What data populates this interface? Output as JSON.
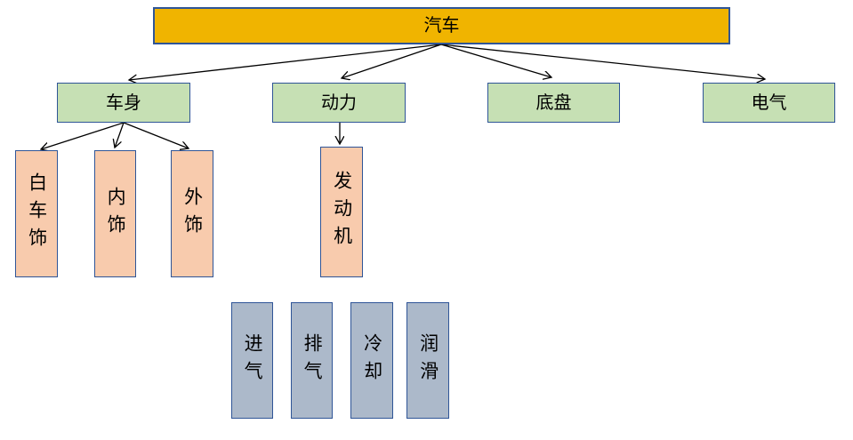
{
  "nodes": {
    "qiche": {
      "label": "汽车"
    },
    "cheshen": {
      "label": "车身"
    },
    "dongli": {
      "label": "动力"
    },
    "dipan": {
      "label": "底盘"
    },
    "dianqi": {
      "label": "电气"
    },
    "baicheshi": {
      "label": "白车饰"
    },
    "neishi": {
      "label": "内饰"
    },
    "waishi": {
      "label": "外饰"
    },
    "fadongji": {
      "label": "发动机"
    },
    "jinqi": {
      "label": "进气"
    },
    "paiqi": {
      "label": "排气"
    },
    "lengque": {
      "label": "冷却"
    },
    "runhua": {
      "label": "润滑"
    }
  },
  "edges": [
    {
      "from": "汽车",
      "to": "车身"
    },
    {
      "from": "汽车",
      "to": "动力"
    },
    {
      "from": "汽车",
      "to": "底盘"
    },
    {
      "from": "汽车",
      "to": "电气"
    },
    {
      "from": "车身",
      "to": "白车饰"
    },
    {
      "from": "车身",
      "to": "内饰"
    },
    {
      "from": "车身",
      "to": "外饰"
    },
    {
      "from": "动力",
      "to": "发动机"
    }
  ],
  "colors": {
    "root_fill": "#F0B400",
    "level2_fill": "#C6E0B4",
    "level3_fill": "#F8CBAD",
    "level4_fill": "#ACB9CA",
    "border": "#2F5597",
    "arrow": "#000000",
    "text": "#000000",
    "background": "#FFFFFF"
  }
}
